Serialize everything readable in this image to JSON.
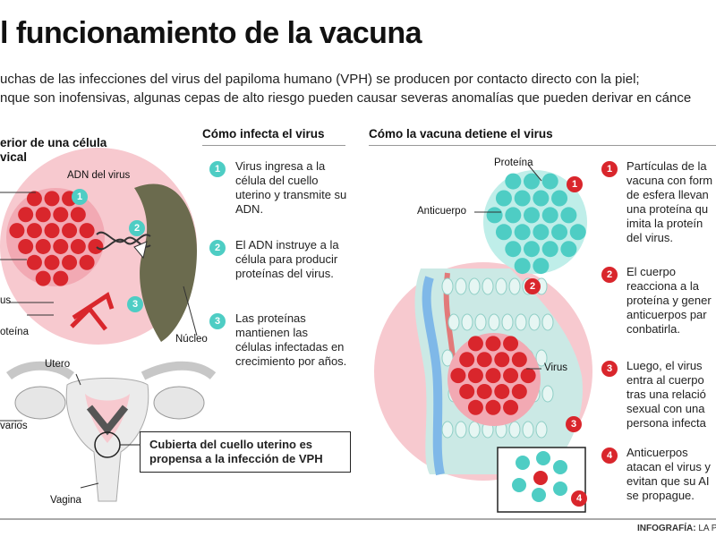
{
  "title": "l funcionamiento de la vacuna",
  "intro": {
    "line1": "uchas de las infecciones del virus del papiloma humano (VPH) se producen por contacto directo con la piel;",
    "line2": "nque son inofensivas, algunas cepas de alto riesgo pueden causar severas anomalías que pueden derivar en  cánce"
  },
  "left_panel": {
    "title_line1": "erior de una célula",
    "title_line2": "vical",
    "labels": {
      "adn": "ADN del virus",
      "us": "us",
      "proteina": "oteína",
      "nucleo": "Núcleo",
      "utero": "Utero",
      "ovarios": "varios",
      "vagina": "Vagina"
    },
    "callout": "Cubierta del cuello uterino es propensa a la infección de VPH"
  },
  "infect": {
    "heading": "Cómo  infecta el virus",
    "steps": [
      {
        "num": "1",
        "text": "Virus ingresa a la célula del cuello uterino y transmite su ADN."
      },
      {
        "num": "2",
        "text": "El ADN instruye a la célula para producir proteínas del virus."
      },
      {
        "num": "3",
        "text": "Las proteínas mantienen las células infectadas en crecimiento por años."
      }
    ]
  },
  "vaccine": {
    "heading": "Cómo la vacuna detiene el virus",
    "labels": {
      "proteina": "Proteína",
      "anticuerpo": "Anticuerpo",
      "virus": "Virus"
    },
    "steps": [
      {
        "num": "1",
        "text": "Partículas de la vacuna con form de esfera llevan una proteína qu imita la proteín del virus."
      },
      {
        "num": "2",
        "text": "El cuerpo reacciona a la proteína y gener anticuerpos par conbatirla."
      },
      {
        "num": "3",
        "text": "Luego, el virus entra al cuerpo tras una relació sexual con una persona infecta"
      },
      {
        "num": "4",
        "text": "Anticuerpos atacan el virus y evitan que su AI se propague."
      }
    ]
  },
  "credit": {
    "label": "INFOGRAFÍA:",
    "source": "LA PRE"
  },
  "colors": {
    "teal": "#4ecdc4",
    "red": "#d9262c",
    "pink": "#f7c9cf",
    "olive": "#6b6b4e"
  }
}
